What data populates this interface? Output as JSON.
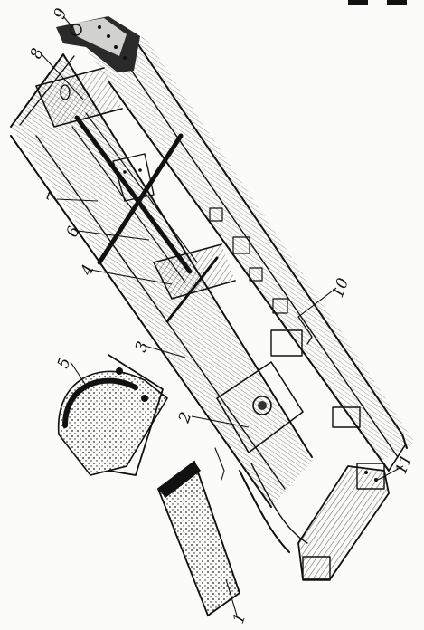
{
  "figure": {
    "callouts": [
      {
        "id": "1",
        "text": "1"
      },
      {
        "id": "2",
        "text": "2"
      },
      {
        "id": "3",
        "text": "3"
      },
      {
        "id": "4",
        "text": "4"
      },
      {
        "id": "5",
        "text": "5"
      },
      {
        "id": "6",
        "text": "6"
      },
      {
        "id": "7",
        "text": "7"
      },
      {
        "id": "8",
        "text": "8"
      },
      {
        "id": "9",
        "text": "9"
      },
      {
        "id": "10",
        "text": "10"
      },
      {
        "id": "11",
        "text": "11"
      }
    ]
  },
  "colors": {
    "ink": "#111111",
    "paper": "#fbfbf9",
    "shade": "#2a2a2a"
  }
}
